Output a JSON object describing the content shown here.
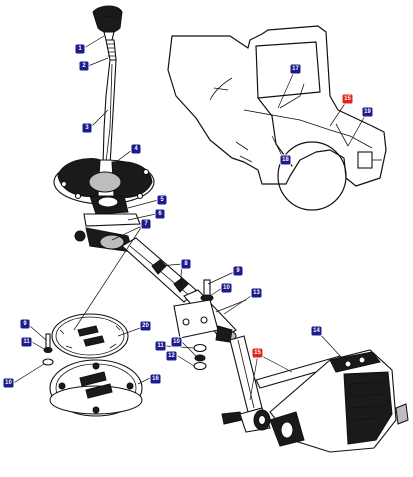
{
  "diagram": {
    "callouts": [
      {
        "id": "1",
        "label": "1",
        "highlight": false
      },
      {
        "id": "2",
        "label": "2",
        "highlight": false
      },
      {
        "id": "3",
        "label": "3",
        "highlight": false
      },
      {
        "id": "4",
        "label": "4",
        "highlight": false
      },
      {
        "id": "5",
        "label": "5",
        "highlight": false
      },
      {
        "id": "6",
        "label": "6",
        "highlight": false
      },
      {
        "id": "7",
        "label": "7",
        "highlight": false
      },
      {
        "id": "8",
        "label": "8",
        "highlight": false
      },
      {
        "id": "9a",
        "label": "9",
        "highlight": false
      },
      {
        "id": "10a",
        "label": "10",
        "highlight": false
      },
      {
        "id": "13",
        "label": "13",
        "highlight": false
      },
      {
        "id": "14",
        "label": "14",
        "highlight": false
      },
      {
        "id": "15a",
        "label": "15",
        "highlight": true
      },
      {
        "id": "9b",
        "label": "9",
        "highlight": false
      },
      {
        "id": "11a",
        "label": "11",
        "highlight": false
      },
      {
        "id": "10b",
        "label": "10",
        "highlight": false
      },
      {
        "id": "20",
        "label": "20",
        "highlight": false
      },
      {
        "id": "16",
        "label": "16",
        "highlight": false
      },
      {
        "id": "11b",
        "label": "11",
        "highlight": false
      },
      {
        "id": "10c",
        "label": "10",
        "highlight": false
      },
      {
        "id": "12",
        "label": "12",
        "highlight": false
      },
      {
        "id": "17",
        "label": "17",
        "highlight": false
      },
      {
        "id": "15b",
        "label": "15",
        "highlight": true
      },
      {
        "id": "19",
        "label": "19",
        "highlight": false
      },
      {
        "id": "18",
        "label": "18",
        "highlight": false
      }
    ],
    "colors": {
      "callout_fill": "#1c1c8c",
      "callout_highlight_fill": "#e0261b",
      "callout_border": "#ffffff",
      "callout_text": "#ffffff",
      "ink": "#111111"
    }
  }
}
